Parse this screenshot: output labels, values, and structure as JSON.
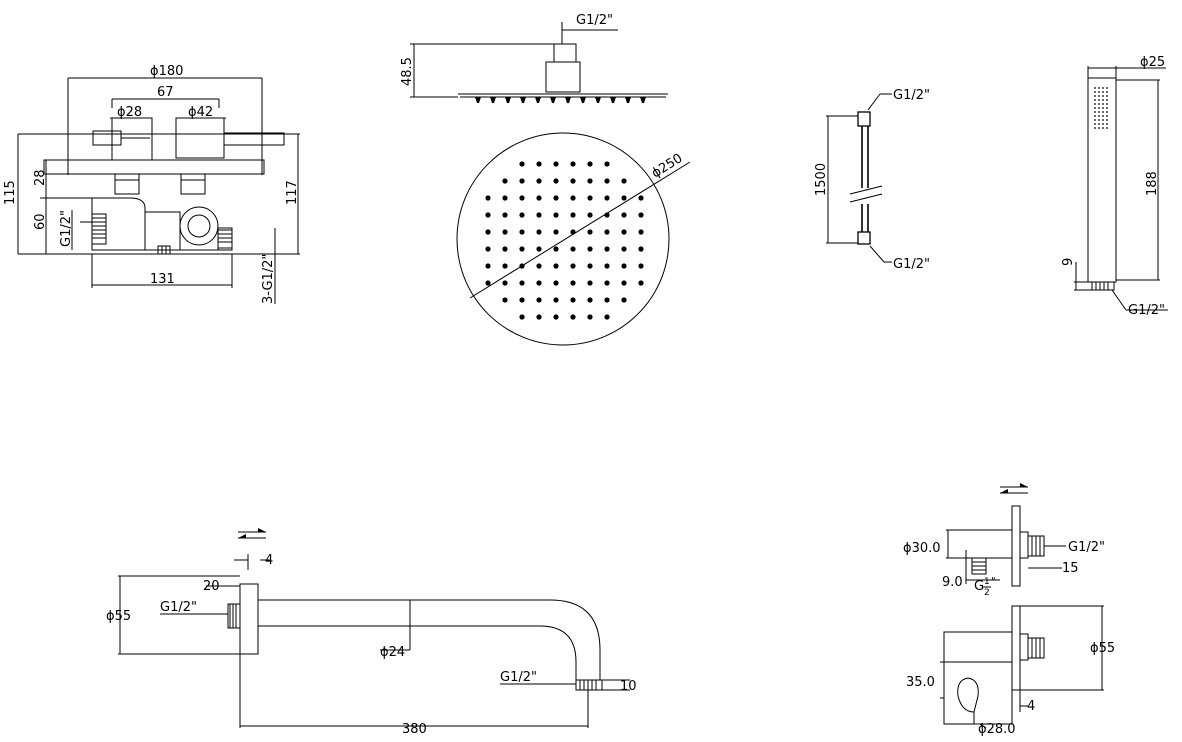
{
  "mixer": {
    "dim_width": "ϕ180",
    "dim_spacing": "67",
    "dim_left_knob": "ϕ28",
    "dim_right_knob": "ϕ42",
    "dim_height": "115",
    "dim_upper": "28",
    "dim_lower": "60",
    "dim_thread": "G1/2\"",
    "dim_body_width": "131",
    "dim_outlets": "3-G1/2\"",
    "dim_depth": "117"
  },
  "shower_head": {
    "dim_thread": "G1/2\"",
    "dim_thickness": "48.5",
    "dim_diameter": "ϕ250"
  },
  "hose": {
    "dim_top_thread": "G1/2\"",
    "dim_length": "1500",
    "dim_bottom_thread": "G1/2\""
  },
  "hand_shower": {
    "dim_diameter": "ϕ25",
    "dim_length": "188",
    "dim_thread_len": "9",
    "dim_thread": "G1/2\""
  },
  "shower_arm": {
    "dim_flange_thick": "4",
    "dim_flange_depth": "20",
    "dim_flange_diameter": "ϕ55",
    "dim_thread_left": "G1/2\"",
    "dim_pipe_diameter": "ϕ24",
    "dim_thread_right": "G1/2\"",
    "dim_outlet_len": "10",
    "dim_length": "380"
  },
  "wall_outlet": {
    "dim_body_diameter": "ϕ30.0",
    "dim_thread_right": "G1/2\"",
    "dim_thread_len": "15",
    "dim_offset": "9.0",
    "dim_thread_bottom": "G",
    "dim_frac_num": "1",
    "dim_frac_den": "2",
    "dim_frac_quote": "\"",
    "dim_flange_diameter": "ϕ55",
    "dim_holder_height": "35.0",
    "dim_flange_thick": "4",
    "dim_holder_diameter": "ϕ28.0"
  }
}
